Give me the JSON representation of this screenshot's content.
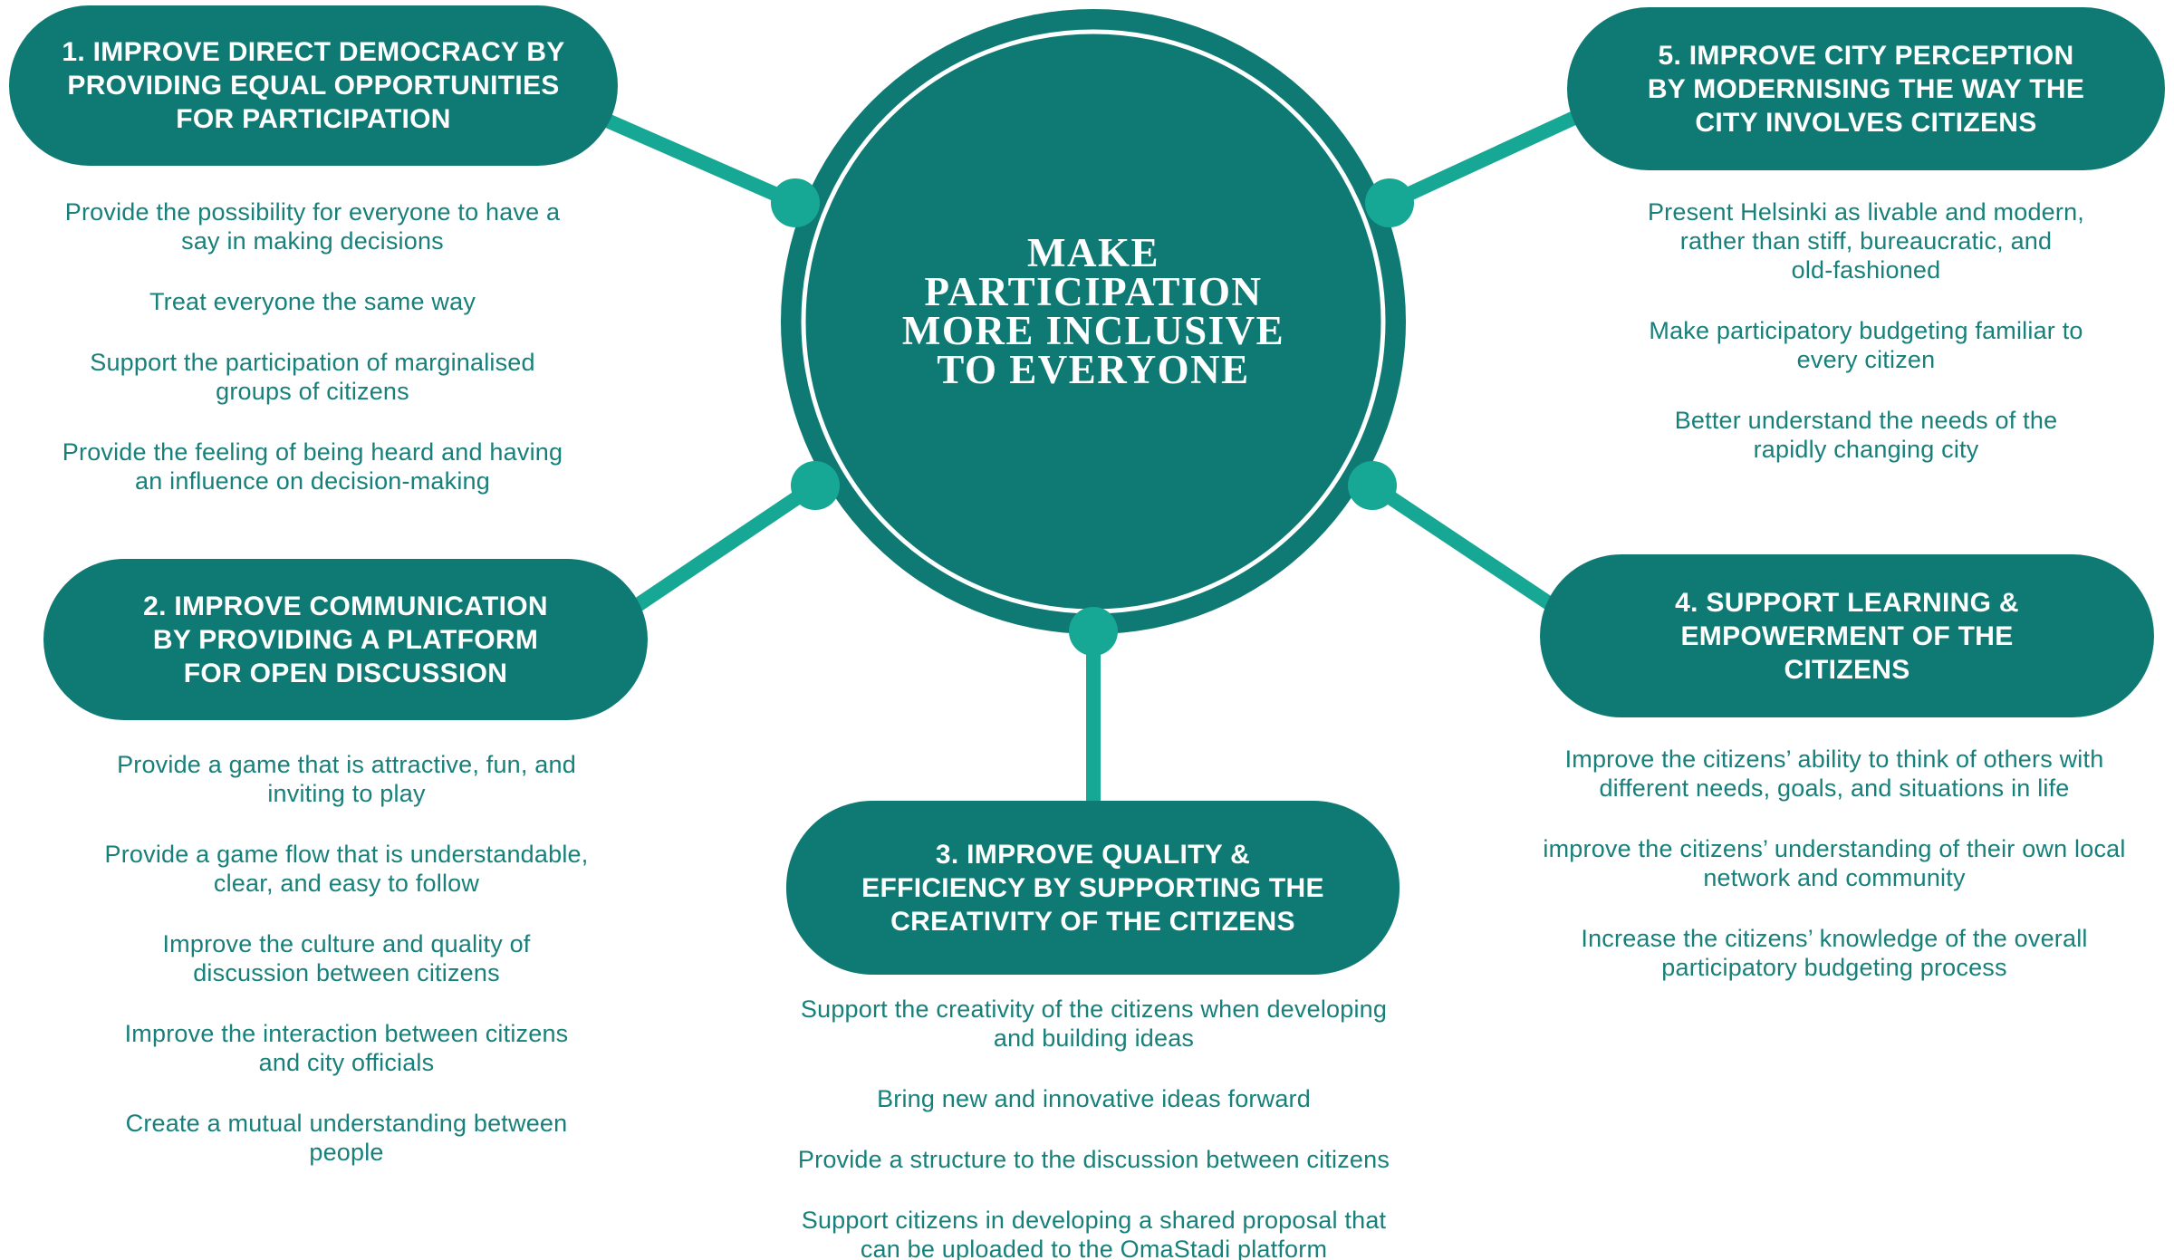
{
  "palette": {
    "dark_teal": "#0f7a73",
    "light_teal": "#17a795",
    "body_text": "#17807a",
    "page_bg": "#ffffff"
  },
  "center": {
    "text": "MAKE\nPARTICIPATION\nMORE INCLUSIVE\nTO EVERYONE"
  },
  "sections": [
    {
      "id": "1",
      "title": "1. IMPROVE DIRECT DEMOCRACY BY\nPROVIDING EQUAL OPPORTUNITIES\nFOR PARTICIPATION",
      "bullets": [
        "Provide the possibility for everyone to have a\nsay in making decisions",
        "Treat everyone the same way",
        "Support the participation of marginalised\ngroups of citizens",
        "Provide the feeling of being heard and having\nan influence on decision-making"
      ]
    },
    {
      "id": "2",
      "title": "2. IMPROVE COMMUNICATION\nBY PROVIDING A PLATFORM\nFOR OPEN DISCUSSION",
      "bullets": [
        "Provide a game that is attractive, fun, and\ninviting to play",
        "Provide a game flow that is understandable,\nclear, and easy to follow",
        "Improve the culture and quality of\ndiscussion between citizens",
        "Improve the interaction between citizens\nand city officials",
        "Create a mutual understanding between\npeople"
      ]
    },
    {
      "id": "3",
      "title": "3. IMPROVE QUALITY &\nEFFICIENCY BY SUPPORTING THE\nCREATIVITY OF THE CITIZENS",
      "bullets": [
        "Support the creativity of the citizens when developing\nand building ideas",
        "Bring new and innovative ideas forward",
        "Provide a structure to the discussion between citizens",
        "Support citizens in developing a shared proposal that\ncan be uploaded to the OmaStadi platform"
      ]
    },
    {
      "id": "4",
      "title": "4. SUPPORT LEARNING &\nEMPOWERMENT OF THE\nCITIZENS",
      "bullets": [
        "Improve the citizens’ ability to think of others with\ndifferent needs, goals, and situations in life",
        "improve the citizens’ understanding of their own local\nnetwork and community",
        "Increase the citizens’ knowledge of the overall\nparticipatory budgeting process"
      ]
    },
    {
      "id": "5",
      "title": "5. IMPROVE CITY PERCEPTION\nBY MODERNISING THE WAY THE\nCITY INVOLVES CITIZENS",
      "bullets": [
        "Present Helsinki as livable and modern,\nrather than stiff, bureaucratic, and\nold-fashioned",
        "Make participatory budgeting familiar to\nevery citizen",
        "Better understand the needs of the\nrapidly changing city"
      ]
    }
  ]
}
